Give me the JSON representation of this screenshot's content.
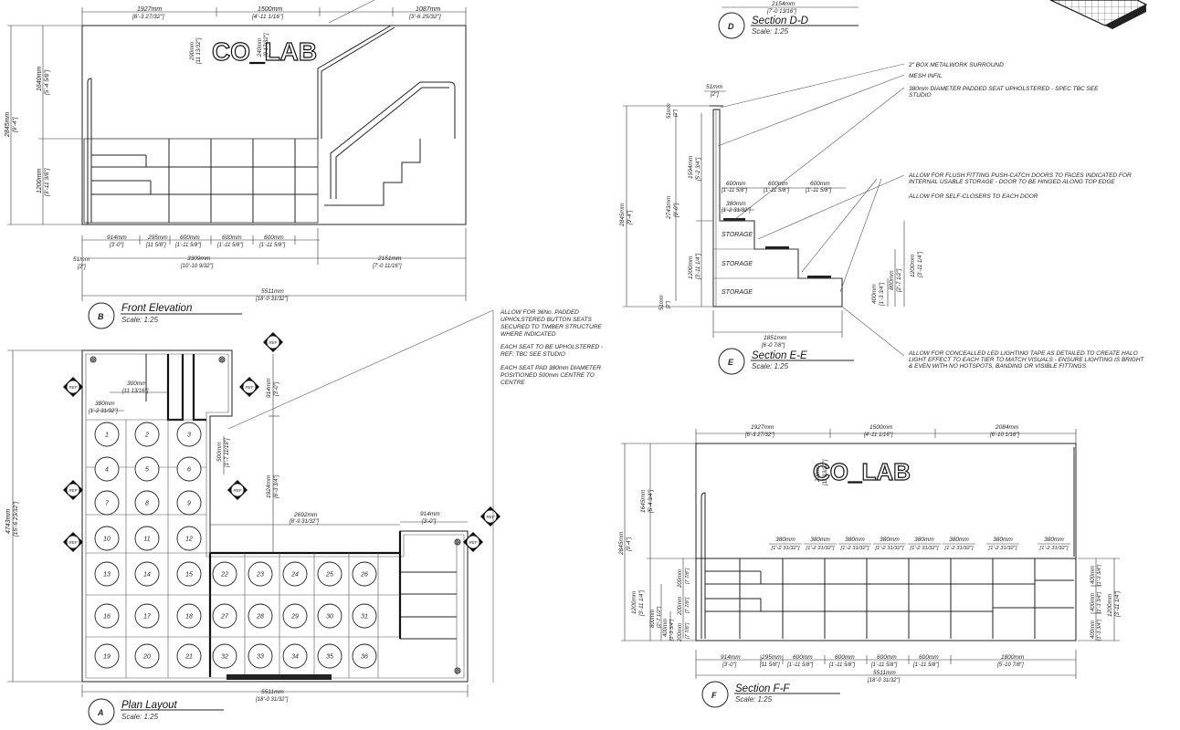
{
  "views": {
    "front_elevation": {
      "letter": "B",
      "title": "Front Elevation",
      "scale": "Scale: 1:25",
      "top_dims": [
        {
          "mm": "1927mm",
          "imp": "[6'-3 27/32\"]"
        },
        {
          "mm": "1500mm",
          "imp": "[4'-11 1/16\"]"
        },
        {
          "mm": "1087mm",
          "imp": "[3'-6 25/32\"]"
        }
      ],
      "left_dims": [
        {
          "mm": "2845mm",
          "imp": "[9'-4\"]"
        },
        {
          "mm": "1640mm",
          "imp": "[5'-4 5/8\"]"
        },
        {
          "mm": "1200mm",
          "imp": "[3'-11 3/8\"]"
        }
      ],
      "logo_dims": [
        {
          "mm": "290mm",
          "imp": "[11 13/32\"]"
        },
        {
          "mm": "240mm",
          "imp": "[9 17/32\"]"
        }
      ],
      "bottom_dims": [
        {
          "mm": "914mm",
          "imp": "[3'-0\"]"
        },
        {
          "mm": "295mm",
          "imp": "[11 5/8\"]"
        },
        {
          "mm": "600mm",
          "imp": "[1'-11 5/8\"]"
        },
        {
          "mm": "600mm",
          "imp": "[1'-11 5/8\"]"
        },
        {
          "mm": "600mm",
          "imp": "[1'-11 5/8\"]"
        },
        {
          "mm": "51mm",
          "imp": "[2\"]"
        },
        {
          "mm": "3309mm",
          "imp": "[10'-10 9/32\"]"
        },
        {
          "mm": "2151mm",
          "imp": "[7'-0 11/16\"]"
        },
        {
          "mm": "5511mm",
          "imp": "[18'-0 31/32\"]"
        }
      ]
    },
    "logo_text": "CO_LAB",
    "plan_layout": {
      "letter": "A",
      "title": "Plan Layout",
      "scale": "Scale: 1:25",
      "dims": [
        {
          "mm": "300mm",
          "imp": "[11 13/16\"]"
        },
        {
          "mm": "380mm",
          "imp": "[1'-2 31/32\"]"
        },
        {
          "mm": "914mm",
          "imp": "[3'-0\"]"
        },
        {
          "mm": "500mm",
          "imp": "[1'-7 11/16\"]"
        },
        {
          "mm": "1924mm",
          "imp": "[6'-3 3/4\"]"
        },
        {
          "mm": "2692mm",
          "imp": "[8'-9 31/32\"]"
        },
        {
          "mm": "914mm",
          "imp": "[3'-0\"]"
        },
        {
          "mm": "4743mm",
          "imp": "[15'-6 23/32\"]"
        },
        {
          "mm": "5511mm",
          "imp": "[18'-0 31/32\"]"
        }
      ],
      "seats": [
        "1",
        "2",
        "3",
        "4",
        "5",
        "6",
        "7",
        "8",
        "9",
        "10",
        "11",
        "12",
        "13",
        "14",
        "15",
        "16",
        "17",
        "18",
        "19",
        "20",
        "21",
        "22",
        "23",
        "24",
        "25",
        "26",
        "27",
        "28",
        "29",
        "30",
        "31",
        "32",
        "33",
        "34",
        "35",
        "36"
      ],
      "section_markers": [
        "REF",
        "REF",
        "REF",
        "REF",
        "REF",
        "REF",
        "REF",
        "REF"
      ]
    },
    "notes_plan": [
      "ALLOW FOR 36No. PADDED",
      "UPHOLSTERED BUTTON SEATS",
      "SECURED TO TIMBER STRUCTURE",
      "WHERE INDICATED",
      "EACH SEAT TO BE UPHOLSTERED -",
      "REF: TBC SEE STUDIO",
      "EACH SEAT PAD 380mm DIAMETER",
      "POSITIONED 500mm CENTRE TO",
      "CENTRE"
    ],
    "section_dd": {
      "letter": "D",
      "title": "Section D-D",
      "scale": "Scale: 1:25",
      "dim": {
        "mm": "2154mm",
        "imp": "[7'-0 13/16\"]"
      }
    },
    "section_ee": {
      "letter": "E",
      "title": "Section E-E",
      "scale": "Scale: 1:25",
      "storage": [
        "STORAGE",
        "STORAGE",
        "STORAGE"
      ],
      "notes": [
        "2\" BOX METALWORK SURROUND",
        "MESH INFIL",
        "380mm DIAMETER PADDED SEAT UPHOLSTERED - SPEC TBC SEE",
        "STUDIO",
        "ALLOW FOR FLUSH FITTING PUSH-CATCH DOORS TO FACES INDICATED FOR",
        "INTERNAL USABLE STORAGE - DOOR TO BE HINGED ALONG TOP EDGE",
        "ALLOW FOR SELF-CLOSERS TO EACH DOOR",
        "ALLOW FOR CONCEALLED LED LIGHTING TAPE AS DETAILED TO CREATE HALO",
        "LIGHT EFFECT TO EACH TIER TO MATCH VISUALS - ENSURE LIGHTING IS BRIGHT",
        "& EVEN WITH NO HOTSPOTS, BANDING OR VISIBLE FITTINGS"
      ],
      "dims": [
        {
          "mm": "51mm",
          "imp": "[2\"]"
        },
        {
          "mm": "600mm",
          "imp": "[1'-11 5/8\"]"
        },
        {
          "mm": "600mm",
          "imp": "[1'-11 5/8\"]"
        },
        {
          "mm": "600mm",
          "imp": "[1'-11 5/8\"]"
        },
        {
          "mm": "380mm",
          "imp": "[1'-2 31/32\"]"
        },
        {
          "mm": "2845mm",
          "imp": "[9'-4\"]"
        },
        {
          "mm": "2743mm",
          "imp": "[9'-0\"]"
        },
        {
          "mm": "1594mm",
          "imp": "[5'-2 3/4\"]"
        },
        {
          "mm": "1200mm",
          "imp": "[3'-11 1/4\"]"
        },
        {
          "mm": "51mm",
          "imp": "[2\"]"
        },
        {
          "mm": "51mm",
          "imp": "[2\"]"
        },
        {
          "mm": "1851mm",
          "imp": "[6'-0 7/8\"]"
        },
        {
          "mm": "400mm",
          "imp": "[1'-3 3/4\"]"
        },
        {
          "mm": "800mm",
          "imp": "[2'-7 1/2\"]"
        },
        {
          "mm": "1200mm",
          "imp": "[3'-11 1/4\"]"
        }
      ]
    },
    "section_ff": {
      "letter": "F",
      "title": "Section F-F",
      "scale": "Scale: 1:25",
      "top_dims": [
        {
          "mm": "1927mm",
          "imp": "[6'-3 27/32\"]"
        },
        {
          "mm": "1500mm",
          "imp": "[4'-11 1/16\"]"
        },
        {
          "mm": "2084mm",
          "imp": "[6'-10 1/16\"]"
        }
      ],
      "seat_dims": [
        "380mm",
        "380mm",
        "380mm",
        "380mm",
        "380mm",
        "380mm",
        "380mm",
        "380mm"
      ],
      "seat_dims_imp": "[1'-2 31/32\"]",
      "bottom_dims": [
        {
          "mm": "914mm",
          "imp": "[3'-0\"]"
        },
        {
          "mm": "295mm",
          "imp": "[11 5/8\"]"
        },
        {
          "mm": "600mm",
          "imp": "[1'-11 5/8\"]"
        },
        {
          "mm": "600mm",
          "imp": "[1'-11 5/8\"]"
        },
        {
          "mm": "600mm",
          "imp": "[1'-11 5/8\"]"
        },
        {
          "mm": "600mm",
          "imp": "[1'-11 5/8\"]"
        },
        {
          "mm": "1800mm",
          "imp": "[5'-10 7/8\"]"
        },
        {
          "mm": "5511mm",
          "imp": "[18'-0 31/32\"]"
        }
      ],
      "left_dims": [
        {
          "mm": "2845mm",
          "imp": "[9'-4\"]"
        },
        {
          "mm": "1645mm",
          "imp": "[5'-4 3/4\"]"
        },
        {
          "mm": "1200mm",
          "imp": "[3'-11 1/4\"]"
        },
        {
          "mm": "800mm",
          "imp": "[2'-7 1/2\"]"
        },
        {
          "mm": "400mm",
          "imp": "[1'-3 3/4\"]"
        },
        {
          "mm": "200mm",
          "imp": "[7 7/8\"]"
        },
        {
          "mm": "200mm",
          "imp": "[7 7/8\"]"
        },
        {
          "mm": "200mm",
          "imp": "[7 7/8\"]"
        }
      ],
      "right_dims": [
        {
          "mm": "400mm",
          "imp": "[1'-3 3/4\"]"
        },
        {
          "mm": "400mm",
          "imp": "[1'-3 3/4\"]"
        },
        {
          "mm": "400mm",
          "imp": "[1'-3 3/4\"]"
        },
        {
          "mm": "1200mm",
          "imp": "[3'-11 1/4\"]"
        }
      ],
      "logo_dims": [
        {
          "mm": "290mm",
          "imp": "[11 13/32\"]"
        }
      ]
    }
  }
}
